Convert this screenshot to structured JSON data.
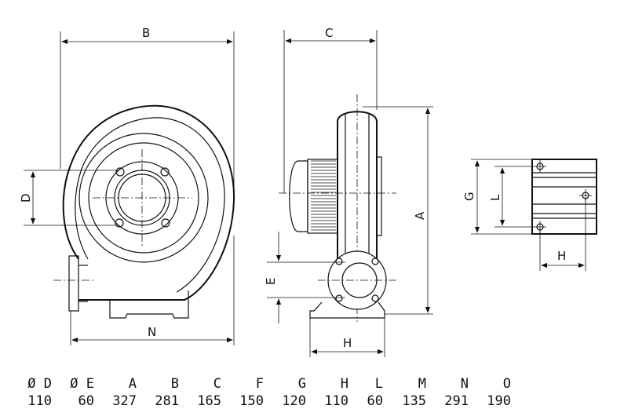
{
  "drawing": {
    "labels": {
      "A": "A",
      "B": "B",
      "C": "C",
      "D": "D",
      "E": "E",
      "G": "G",
      "H_side": "H",
      "H_right": "H",
      "L": "L",
      "N": "N"
    }
  },
  "table": {
    "headers": [
      "Ø D",
      "Ø E",
      "A",
      "B",
      "C",
      "F",
      "G",
      "H",
      "L",
      "M",
      "N",
      "O"
    ],
    "values": [
      "110",
      "60",
      "327",
      "281",
      "165",
      "150",
      "120",
      "110",
      "60",
      "135",
      "291",
      "190"
    ]
  }
}
